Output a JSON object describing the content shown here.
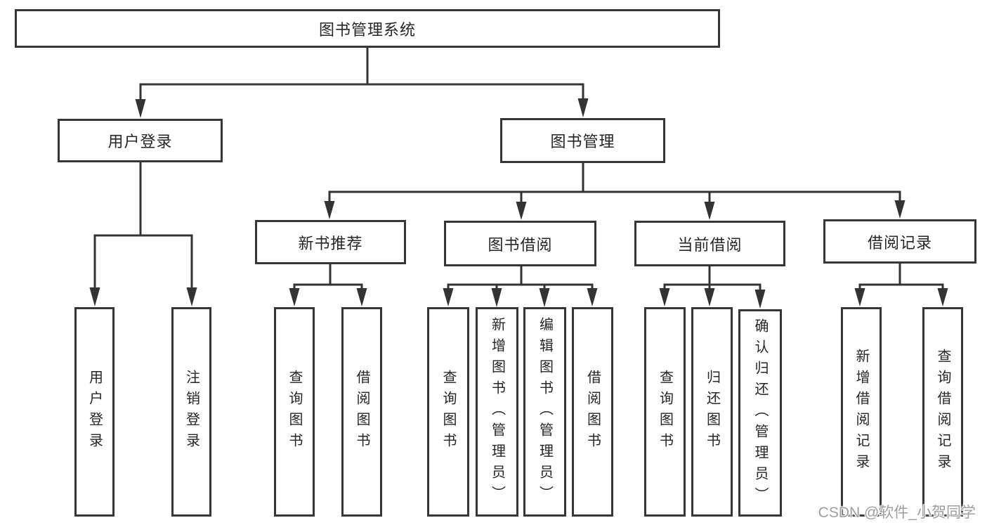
{
  "diagram": {
    "title": "图书管理系统",
    "type": "tree",
    "colors": {
      "line": "#333333",
      "border": "#363636",
      "text": "#262626",
      "background": "#ffffff",
      "watermark": "#9e9e9e"
    },
    "nodes": {
      "root": "图书管理系统",
      "user_login": "用户登录",
      "book_mgmt": "图书管理",
      "new_book_rec": "新书推荐",
      "book_borrow": "图书借阅",
      "current_borrow": "当前借阅",
      "borrow_record": "借阅记录",
      "login": "用户登录",
      "logout": "注销登录",
      "rec_query": "查询图书",
      "rec_borrow": "借阅图书",
      "bb_query": "查询图书",
      "bb_add": "新增图书（管理员）",
      "bb_edit": "编辑图书（管理员）",
      "bb_borrow": "借阅图书",
      "cb_query": "查询图书",
      "cb_return": "归还图书",
      "cb_confirm": "确认归还（管理员）",
      "br_add": "新增借阅记录",
      "br_query": "查询借阅记录"
    },
    "edges": [
      [
        "root",
        "user_login"
      ],
      [
        "root",
        "book_mgmt"
      ],
      [
        "user_login",
        "login"
      ],
      [
        "user_login",
        "logout"
      ],
      [
        "book_mgmt",
        "new_book_rec"
      ],
      [
        "book_mgmt",
        "book_borrow"
      ],
      [
        "book_mgmt",
        "current_borrow"
      ],
      [
        "book_mgmt",
        "borrow_record"
      ],
      [
        "new_book_rec",
        "rec_query"
      ],
      [
        "new_book_rec",
        "rec_borrow"
      ],
      [
        "book_borrow",
        "bb_query"
      ],
      [
        "book_borrow",
        "bb_add"
      ],
      [
        "book_borrow",
        "bb_edit"
      ],
      [
        "book_borrow",
        "bb_borrow"
      ],
      [
        "current_borrow",
        "cb_query"
      ],
      [
        "current_borrow",
        "cb_return"
      ],
      [
        "current_borrow",
        "cb_confirm"
      ],
      [
        "borrow_record",
        "br_add"
      ],
      [
        "borrow_record",
        "br_query"
      ]
    ],
    "watermark": "CSDN @软件_小贺同学"
  }
}
